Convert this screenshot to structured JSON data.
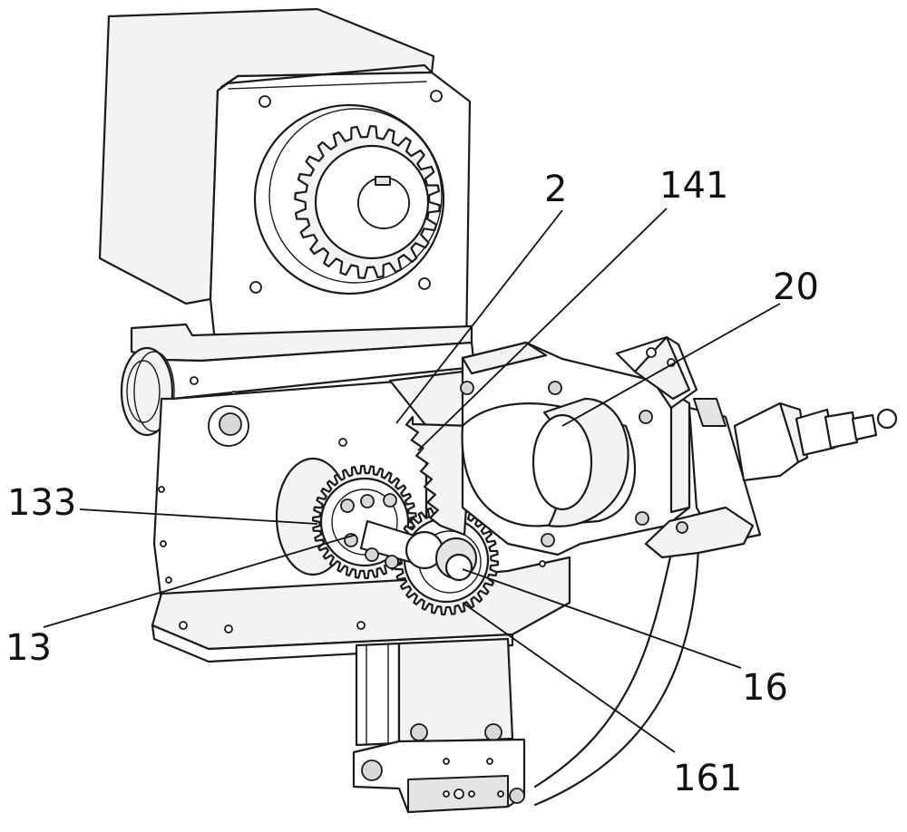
{
  "labels": {
    "part_2": "2",
    "part_141": "141",
    "part_20": "20",
    "part_133": "133",
    "part_13": "13",
    "part_16": "16",
    "part_161": "161"
  },
  "colors": {
    "line": "#1a1a1a",
    "background": "#ffffff"
  }
}
